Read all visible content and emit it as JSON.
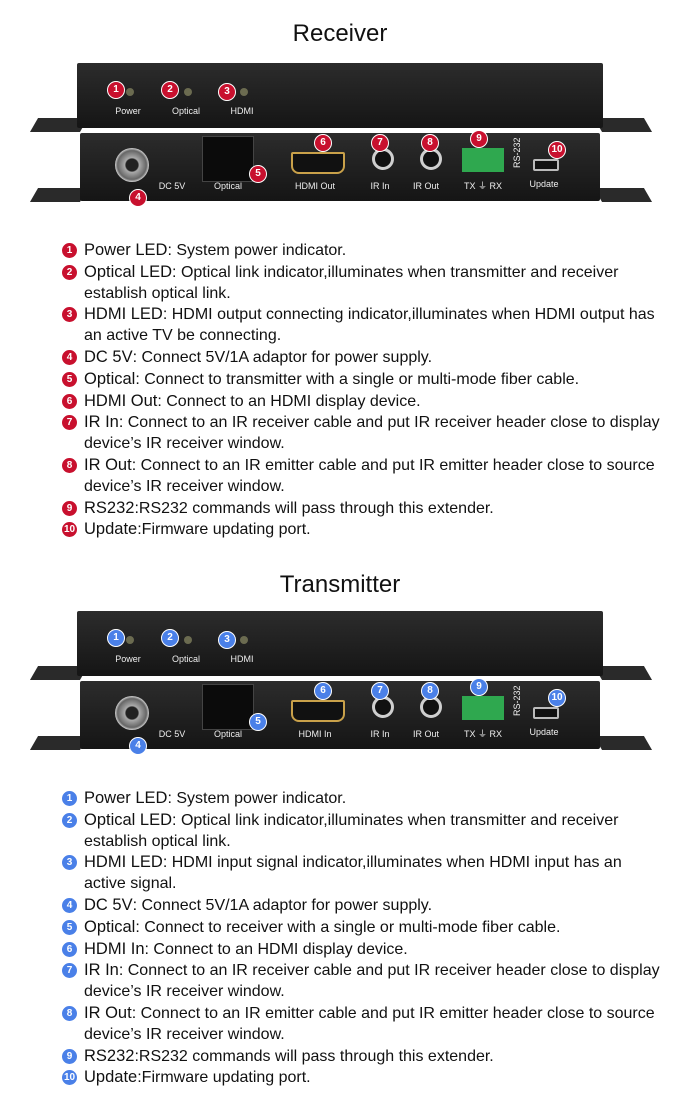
{
  "sections": [
    {
      "key": "receiver",
      "title": "Receiver",
      "color": "#c8102e",
      "device": {
        "led_labels": [
          "Power",
          "Optical",
          "HDMI"
        ],
        "port_labels": {
          "dc": "DC 5V",
          "optical": "Optical",
          "hdmi": "HDMI Out",
          "ir_in": "IR In",
          "ir_out": "IR Out",
          "rs232": "TX ⏚ RX",
          "rs232_vertical": "RS-232",
          "update": "Update"
        },
        "callouts": [
          "1",
          "2",
          "3",
          "4",
          "5",
          "6",
          "7",
          "8",
          "9",
          "10"
        ]
      },
      "items": [
        {
          "num": "1",
          "term": "Power LED",
          "desc": ": System power indicator."
        },
        {
          "num": "2",
          "term": "Optical LED",
          "desc": ": Optical link indicator,illuminates when transmitter and receiver establish optical link."
        },
        {
          "num": "3",
          "term": "HDMI LED",
          "desc": ": HDMI output connecting indicator,illuminates when HDMI output has an active TV be connecting."
        },
        {
          "num": "4",
          "term": "DC 5V",
          "desc": ": Connect 5V/1A adaptor for power supply."
        },
        {
          "num": "5",
          "term": "Optical",
          "desc": ": Connect to transmitter with a single or multi-mode fiber cable."
        },
        {
          "num": "6",
          "term": "HDMI Out",
          "desc": ": Connect to an HDMI display device."
        },
        {
          "num": "7",
          "term": "IR In",
          "desc": ": Connect to an IR receiver cable and put IR receiver header close to display device’s IR receiver window."
        },
        {
          "num": "8",
          "term": "IR Out",
          "desc": ": Connect to an IR emitter cable and put IR emitter header close to source device’s IR receiver window."
        },
        {
          "num": "9",
          "term": "RS232",
          "desc": ":RS232 commands will pass through this extender."
        },
        {
          "num": "10",
          "term": "Update",
          "desc": ":Firmware updating port."
        }
      ]
    },
    {
      "key": "transmitter",
      "title": "Transmitter",
      "color": "#4a80e8",
      "device": {
        "led_labels": [
          "Power",
          "Optical",
          "HDMI"
        ],
        "port_labels": {
          "dc": "DC 5V",
          "optical": "Optical",
          "hdmi": "HDMI In",
          "ir_in": "IR In",
          "ir_out": "IR Out",
          "rs232": "TX ⏚ RX",
          "rs232_vertical": "RS-232",
          "update": "Update"
        },
        "callouts": [
          "1",
          "2",
          "3",
          "4",
          "5",
          "6",
          "7",
          "8",
          "9",
          "10"
        ]
      },
      "items": [
        {
          "num": "1",
          "term": "Power LED",
          "desc": ": System power indicator."
        },
        {
          "num": "2",
          "term": "Optical LED",
          "desc": ": Optical link indicator,illuminates when transmitter and receiver establish optical link."
        },
        {
          "num": "3",
          "term": "HDMI LED",
          "desc": ": HDMI input signal indicator,illuminates when HDMI input has an active signal."
        },
        {
          "num": "4",
          "term": "DC 5V",
          "desc": ": Connect 5V/1A adaptor for power supply."
        },
        {
          "num": "5",
          "term": "Optical",
          "desc": ": Connect to receiver with a single or multi-mode fiber cable."
        },
        {
          "num": "6",
          "term": "HDMI In",
          "desc": ": Connect to an HDMI display device."
        },
        {
          "num": "7",
          "term": "IR In",
          "desc": ": Connect to an IR receiver cable and put IR receiver header close to display device’s IR receiver window."
        },
        {
          "num": "8",
          "term": "IR Out",
          "desc": ": Connect to an IR emitter cable and put IR emitter header close to source device’s IR receiver window."
        },
        {
          "num": "9",
          "term": "RS232",
          "desc": ":RS232 commands will pass through this extender."
        },
        {
          "num": "10",
          "term": "Update",
          "desc": ":Firmware updating port."
        }
      ]
    }
  ]
}
